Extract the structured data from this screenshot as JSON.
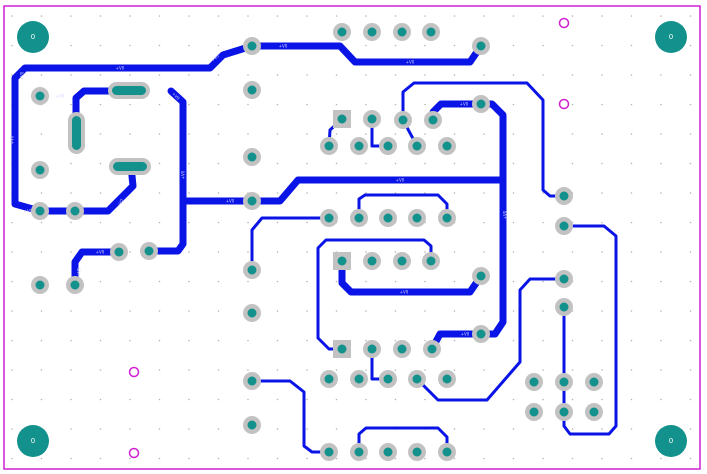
{
  "colors": {
    "background": "#ffffff",
    "outline": "#d020d0",
    "trace": "#0a14e6",
    "pad_ring": "#c2c2c2",
    "pad_hole": "#13918c",
    "grid": "#b4b4b4"
  },
  "mounting_holes": [
    {
      "label": "0"
    },
    {
      "label": "0"
    },
    {
      "label": "0"
    },
    {
      "label": "0"
    }
  ],
  "net_labels": [
    "+V0",
    "+V0",
    "+V0",
    "+V0",
    "+V0",
    "+V0",
    "+V0",
    "+V0",
    "+V0",
    "+V0",
    "+V0",
    "+V0",
    "+V0",
    "+V0",
    "+V0",
    "+V0",
    "+V0",
    "+V0",
    "+V0"
  ]
}
